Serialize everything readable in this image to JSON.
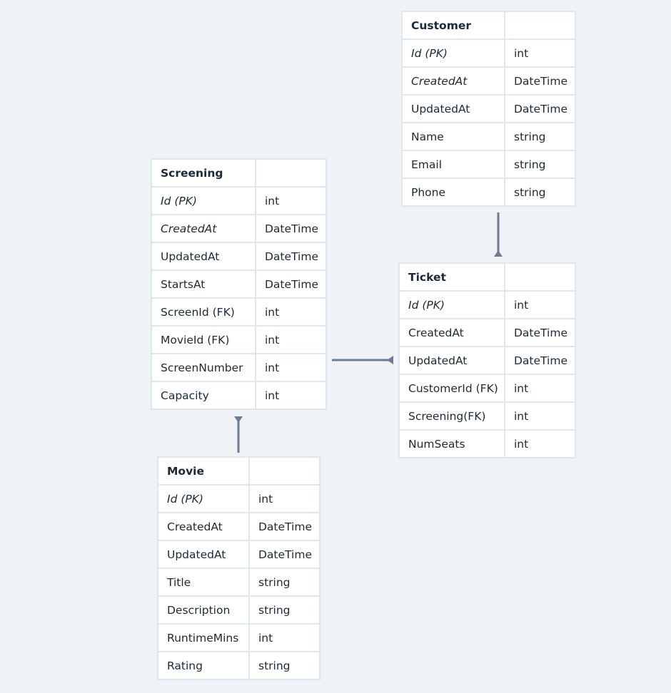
{
  "colors": {
    "background": "#eff3f6",
    "border": "#dfe6ed",
    "connector": "#6b7d8f",
    "text": "#1f2933"
  },
  "entities": {
    "customer": {
      "title": "Customer",
      "fields": [
        {
          "name": "Id (PK)",
          "type": "int",
          "italic": true
        },
        {
          "name": "CreatedAt",
          "type": "DateTime",
          "italic": true
        },
        {
          "name": "UpdatedAt",
          "type": "DateTime"
        },
        {
          "name": "Name",
          "type": "string"
        },
        {
          "name": "Email",
          "type": "string"
        },
        {
          "name": "Phone",
          "type": "string"
        }
      ]
    },
    "screening": {
      "title": "Screening",
      "fields": [
        {
          "name": "Id (PK)",
          "type": "int",
          "italic": true
        },
        {
          "name": "CreatedAt",
          "type": "DateTime",
          "italic": true
        },
        {
          "name": "UpdatedAt",
          "type": "DateTime"
        },
        {
          "name": "StartsAt",
          "type": "DateTime"
        },
        {
          "name": "ScreenId (FK)",
          "type": "int"
        },
        {
          "name": "MovieId (FK)",
          "type": "int"
        },
        {
          "name": "ScreenNumber",
          "type": "int"
        },
        {
          "name": "Capacity",
          "type": "int"
        }
      ]
    },
    "ticket": {
      "title": "Ticket",
      "fields": [
        {
          "name": "Id (PK)",
          "type": "int",
          "italic": true
        },
        {
          "name": "CreatedAt",
          "type": "DateTime"
        },
        {
          "name": "UpdatedAt",
          "type": "DateTime"
        },
        {
          "name": "CustomerId (FK)",
          "type": "int"
        },
        {
          "name": "Screening(FK)",
          "type": "int"
        },
        {
          "name": "NumSeats",
          "type": "int"
        }
      ]
    },
    "movie": {
      "title": "Movie",
      "fields": [
        {
          "name": "Id (PK)",
          "type": "int",
          "italic": true
        },
        {
          "name": "CreatedAt",
          "type": "DateTime"
        },
        {
          "name": "UpdatedAt",
          "type": "DateTime"
        },
        {
          "name": "Title",
          "type": "string"
        },
        {
          "name": "Description",
          "type": "string"
        },
        {
          "name": "RuntimeMins",
          "type": "int"
        },
        {
          "name": "Rating",
          "type": "string"
        }
      ]
    }
  }
}
